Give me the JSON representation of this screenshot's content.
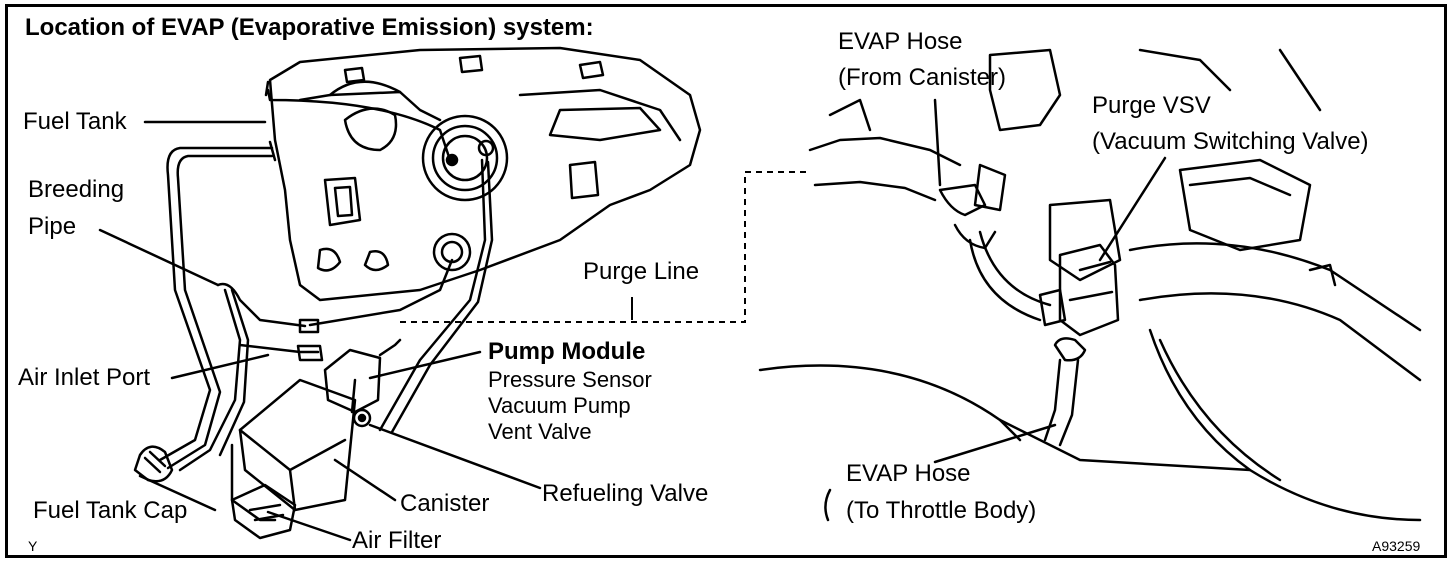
{
  "title": "Location of EVAP (Evaporative Emission) system:",
  "labels": {
    "fuel_tank": "Fuel Tank",
    "breeding_1": "Breeding",
    "breeding_2": "Pipe",
    "purge_line": "Purge Line",
    "pump_module": "Pump Module",
    "pressure_sensor": "Pressure Sensor",
    "vacuum_pump": "Vacuum Pump",
    "vent_valve": "Vent Valve",
    "air_inlet_port": "Air Inlet Port",
    "refueling_valve": "Refueling Valve",
    "canister": "Canister",
    "fuel_tank_cap": "Fuel Tank Cap",
    "air_filter": "Air Filter",
    "evap_from_1": "EVAP Hose",
    "evap_from_2": "(From Canister)",
    "purge_vsv_1": "Purge VSV",
    "purge_vsv_2": "(Vacuum Switching Valve)",
    "evap_to_1": "EVAP Hose",
    "evap_to_2": "(To Throttle Body)"
  },
  "corner_left": "Y",
  "figure_code": "A93259"
}
